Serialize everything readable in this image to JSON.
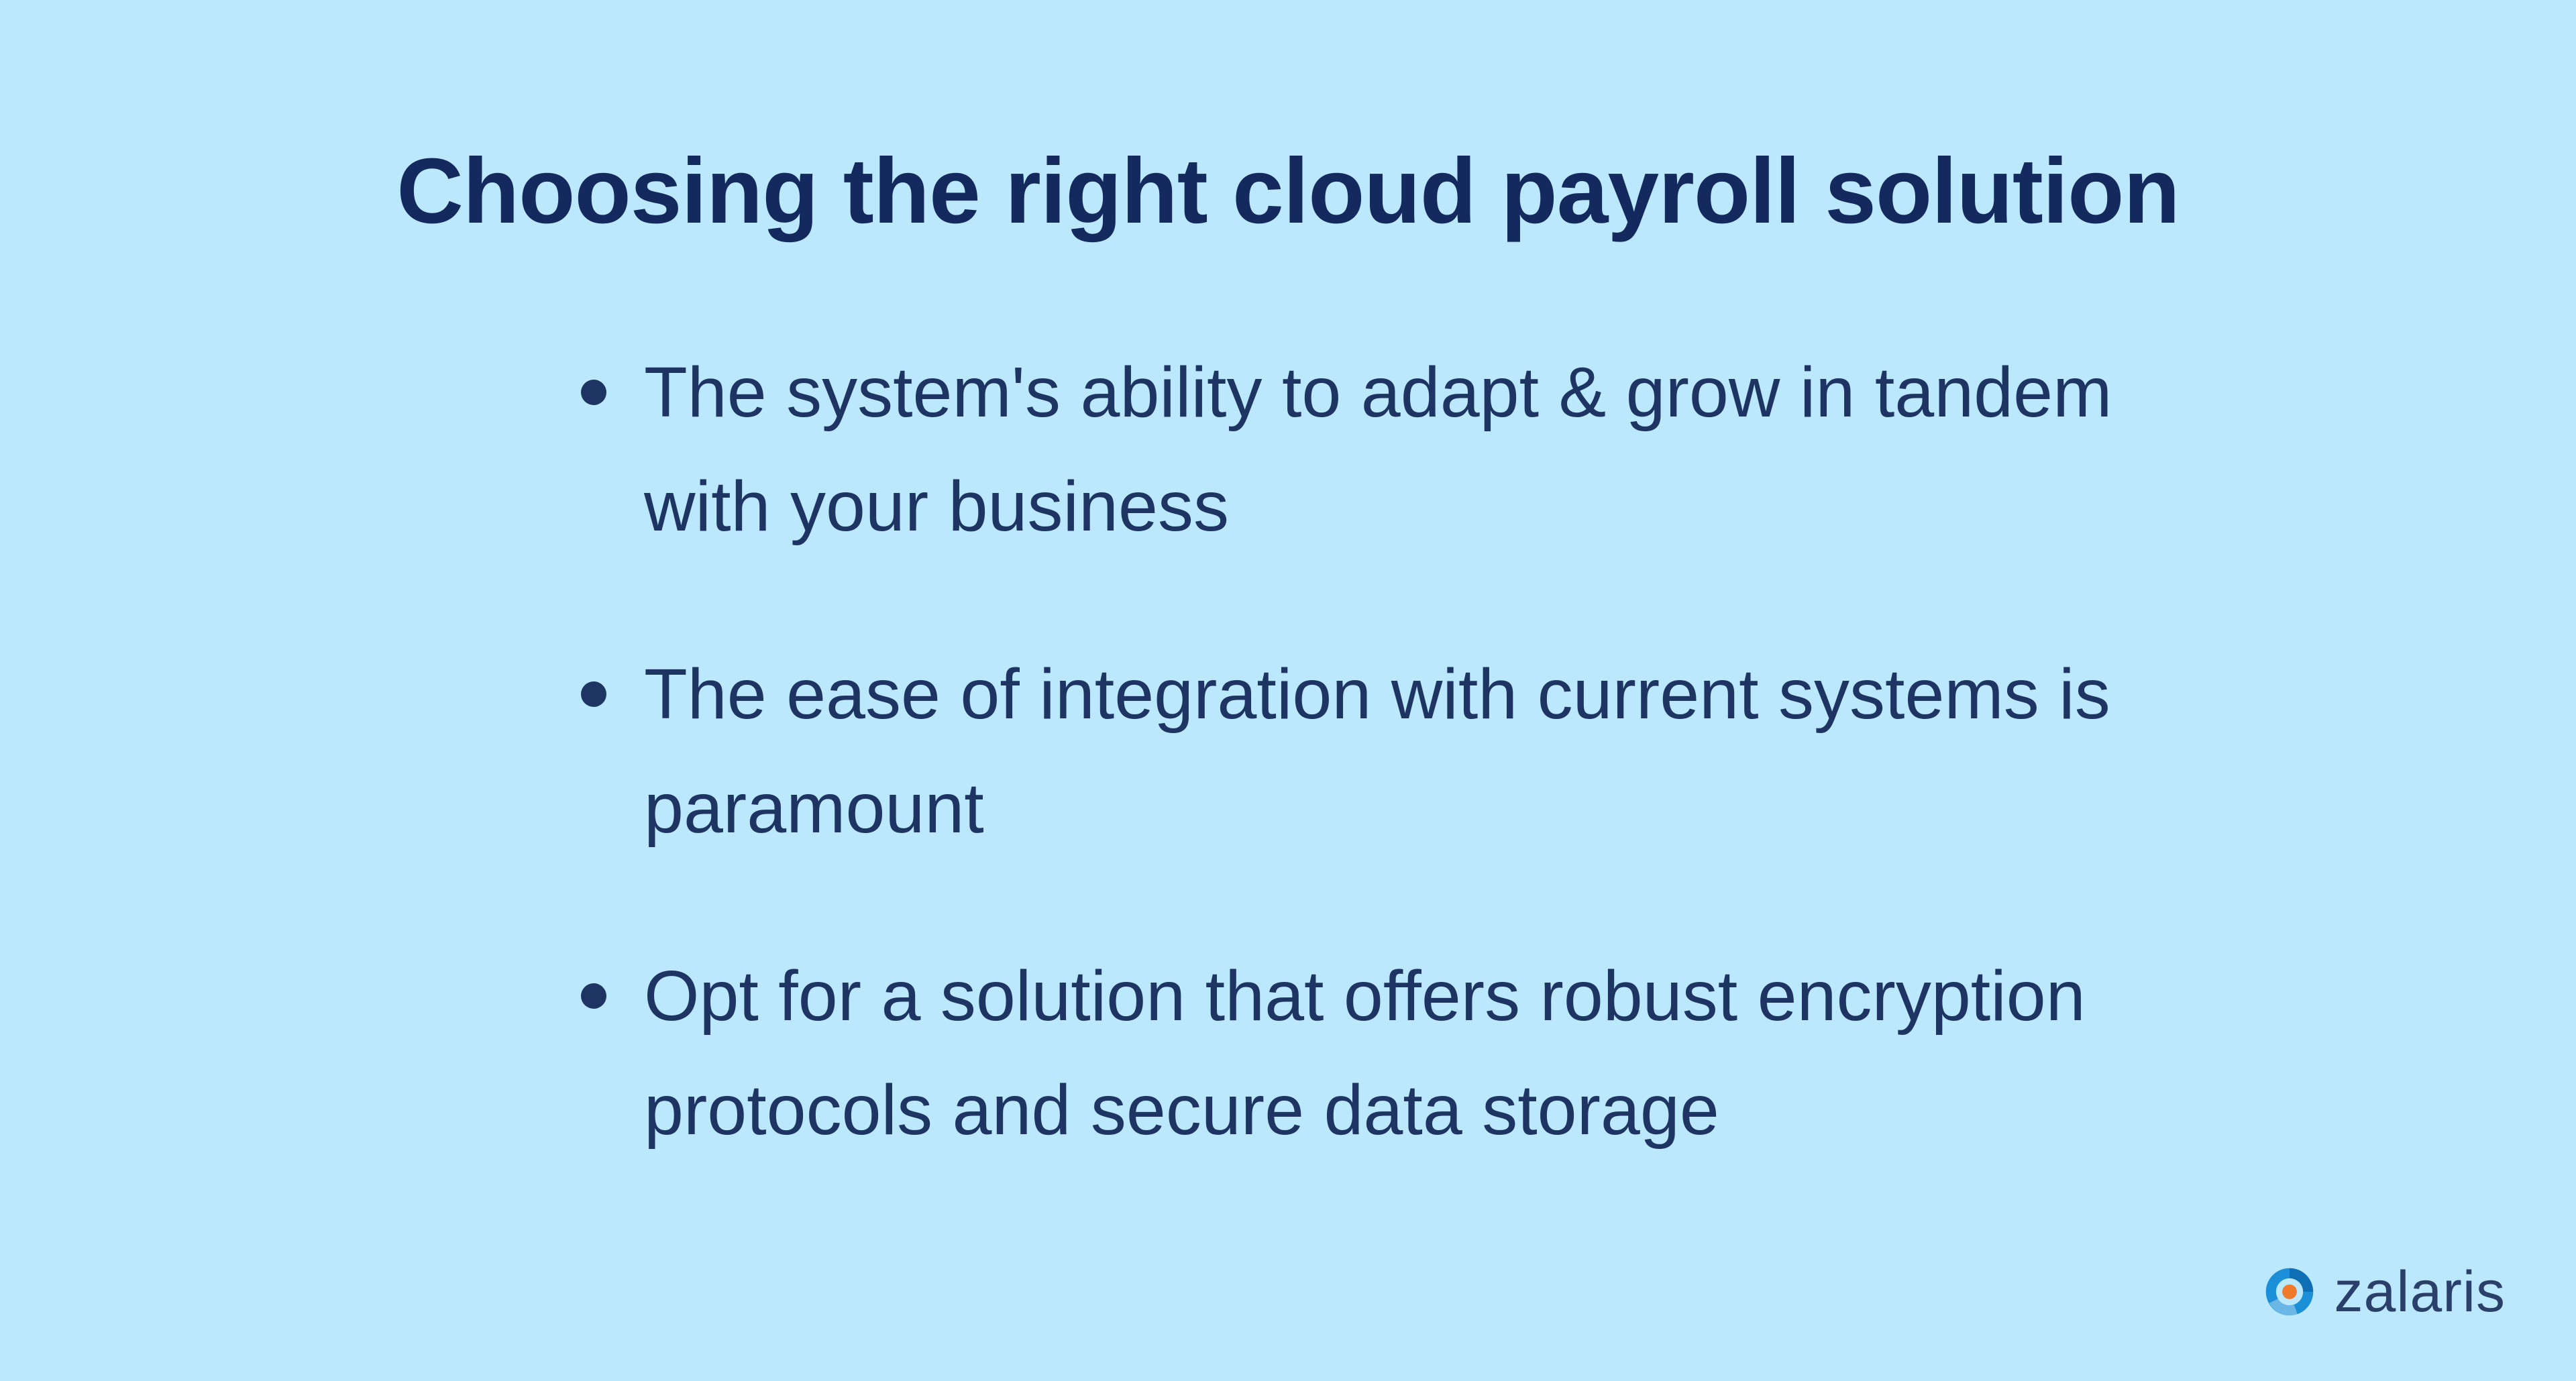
{
  "slide": {
    "title": "Choosing the right cloud payroll solution",
    "bullets": [
      "The system's ability to adapt & grow in tandem with your business",
      "The ease of integration with current systems is paramount",
      "Opt for a solution that offers robust encryption protocols and secure data storage"
    ]
  },
  "brand": {
    "name": "zalaris",
    "logo_icon": "zalaris-swirl-logo-icon",
    "colors": {
      "background": "#bbe8fc",
      "title": "#14295e",
      "text": "#1e3564",
      "logo_blue": "#1b8fd8",
      "logo_orange": "#f07a2b"
    }
  }
}
